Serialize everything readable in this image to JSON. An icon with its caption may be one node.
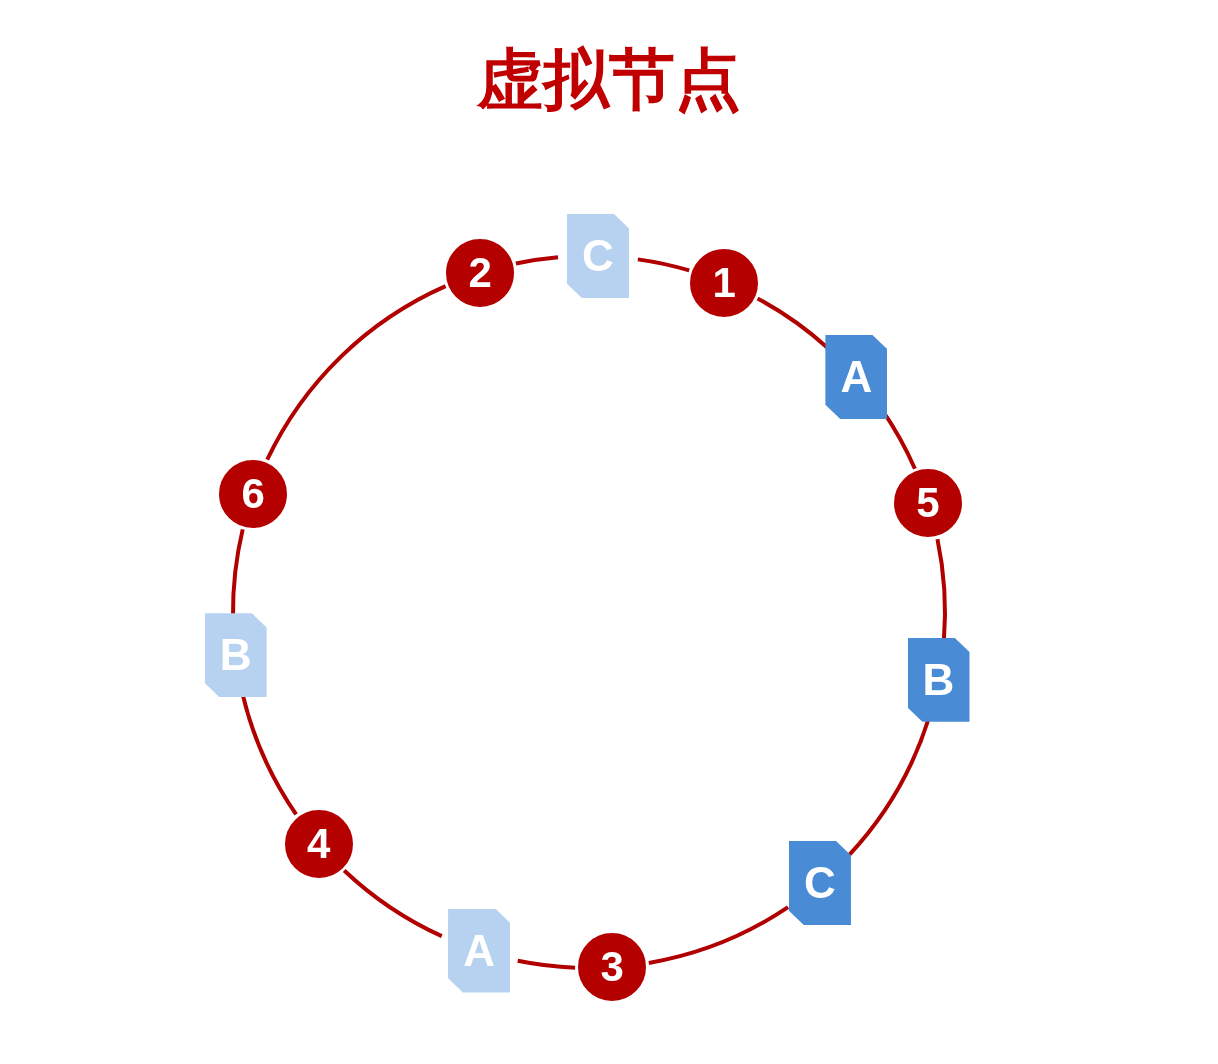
{
  "diagram": {
    "title": "虚拟节点",
    "nodes": [
      {
        "text": [
          "2"
        ]
      },
      {
        "text": [
          "C"
        ]
      },
      {
        "text": [
          "1"
        ]
      },
      {
        "text": [
          "A"
        ]
      },
      {
        "text": [
          "5"
        ]
      },
      {
        "text": [
          "B"
        ]
      },
      {
        "text": [
          "C"
        ]
      },
      {
        "text": [
          "3"
        ]
      },
      {
        "text": [
          "A"
        ]
      },
      {
        "text": [
          "4"
        ]
      },
      {
        "text": [
          "B"
        ]
      },
      {
        "text": [
          "6"
        ]
      }
    ],
    "edges": [
      {
        "from": 0,
        "to": 1,
        "arrow": "none"
      },
      {
        "from": 1,
        "to": 2,
        "arrow": "none"
      },
      {
        "from": 2,
        "to": 3,
        "arrow": "none"
      },
      {
        "from": 3,
        "to": 4,
        "arrow": "none"
      },
      {
        "from": 4,
        "to": 5,
        "arrow": "none"
      },
      {
        "from": 5,
        "to": 6,
        "arrow": "none"
      },
      {
        "from": 6,
        "to": 7,
        "arrow": "none"
      },
      {
        "from": 7,
        "to": 8,
        "arrow": "none"
      },
      {
        "from": 8,
        "to": 9,
        "arrow": "none"
      },
      {
        "from": 9,
        "to": 10,
        "arrow": "none"
      },
      {
        "from": 10,
        "to": 11,
        "arrow": "none"
      },
      {
        "from": 11,
        "to": 0,
        "arrow": "none"
      }
    ]
  }
}
